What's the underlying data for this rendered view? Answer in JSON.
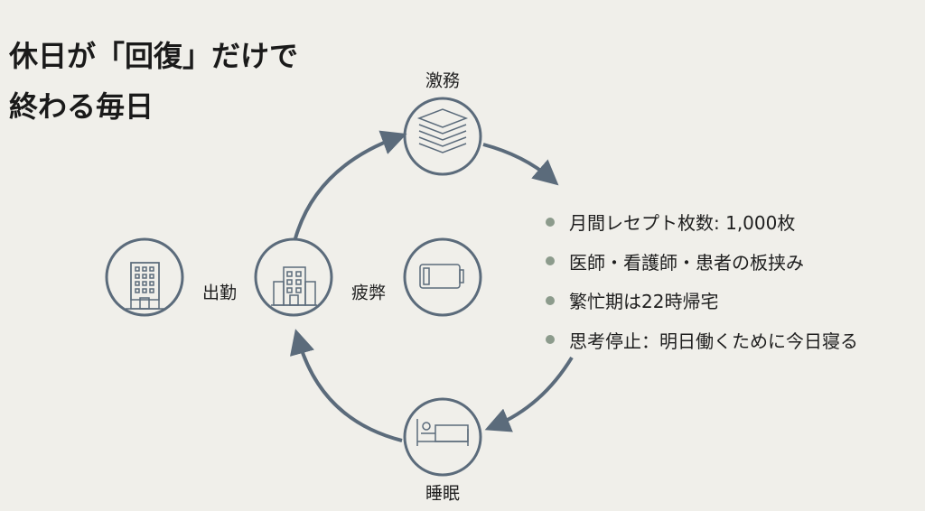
{
  "title": {
    "line1": "休日が「回復」だけで",
    "line2": "終わる毎日"
  },
  "nodes": {
    "top": "激務",
    "bottom": "睡眠",
    "commute": "出勤",
    "fatigue": "疲弊"
  },
  "bullets": [
    "月間レセプト枚数: 1,000枚",
    "医師・看護師・患者の板挟み",
    "繁忙期は22時帰宅",
    "思考停止：明日働くために今日寝る"
  ],
  "colors": {
    "stroke": "#5b6b7b",
    "background": "#f0efea",
    "bullet": "#8c9b8c"
  }
}
